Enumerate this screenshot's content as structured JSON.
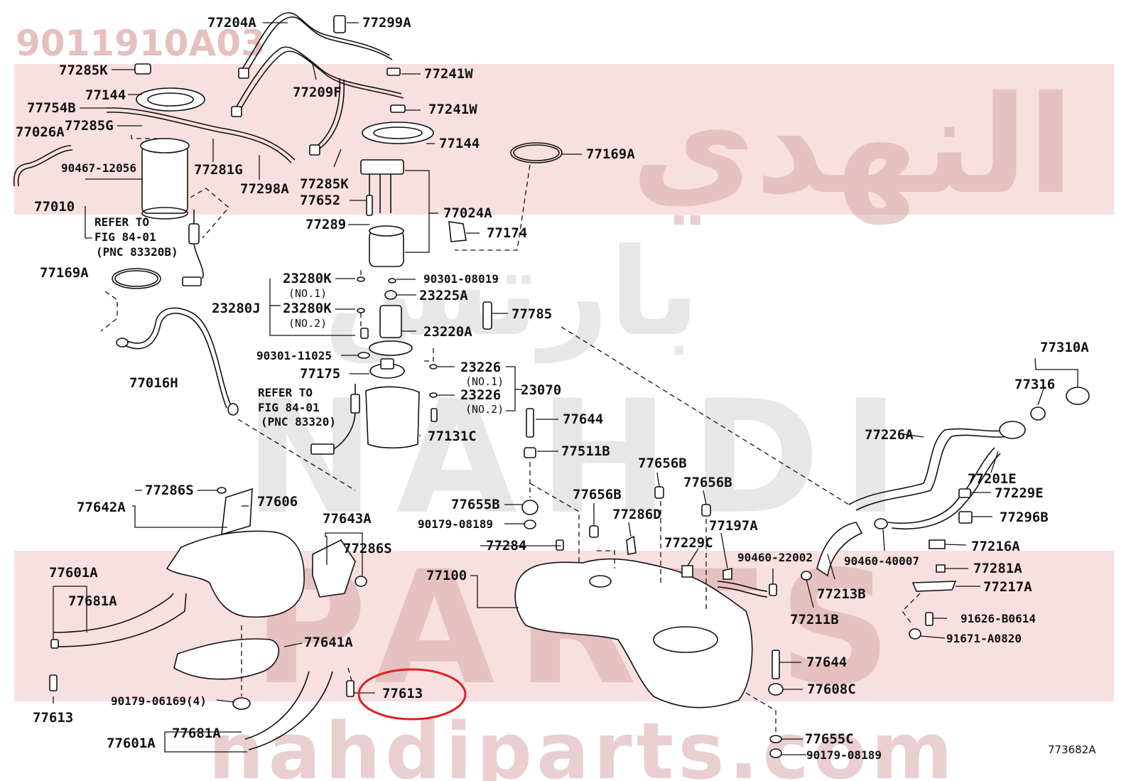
{
  "title": "9011910A03",
  "figure_code": "773682A",
  "highlight_color": "#e02020",
  "watermarks": {
    "arabic_brand": "النهدي",
    "arabic_parts": "بارتس",
    "brand_en": "NAHDI",
    "parts_en": "PARTS",
    "website": "nahdiparts.com",
    "band_color": "#f3c6c6"
  },
  "refs": [
    {
      "line1": "REFER TO",
      "line2": "FIG 84-01",
      "line3": "(PNC 83320B)"
    },
    {
      "line1": "REFER TO",
      "line2": "FIG 84-01",
      "line3": "(PNC 83320)"
    }
  ],
  "labels": [
    "77204A",
    "77299A",
    "77285K",
    "77241W",
    "77144",
    "77209F",
    "77754B",
    "77241W",
    "77285G",
    "77026A",
    "77144",
    "77169A",
    "90467-12056",
    "77281G",
    "77285K",
    "77298A",
    "77652",
    "77010",
    "77024A",
    "77289",
    "77174",
    "77169A",
    "23280K",
    "90301-08019",
    "(NO.1)",
    "23225A",
    "23280J",
    "23280K",
    "77785",
    "(NO.2)",
    "23220A",
    "77310A",
    "90301-11025",
    "23226",
    "77175",
    "(NO.1)",
    "77016H",
    "77316",
    "23070",
    "23226",
    "(NO.2)",
    "77644",
    "77226A",
    "77131C",
    "77511B",
    "77656B",
    "77201E",
    "77656B",
    "77286S",
    "77229E",
    "77656B",
    "77606",
    "77655B",
    "77642A",
    "77286D",
    "77643A",
    "77296B",
    "90179-08189",
    "77197A",
    "77229C",
    "77284",
    "77216A",
    "77286S",
    "90460-22002",
    "90460-40007",
    "77281A",
    "77601A",
    "77100",
    "77217A",
    "77213B",
    "77681A",
    "91626-B0614",
    "77211B",
    "91671-A0820",
    "77641A",
    "77644",
    "77608C",
    "77613",
    "90179-06169(4)",
    "77613",
    "77681A",
    "77655C",
    "77601A",
    "90179-08189"
  ],
  "highlighted_part": "77613"
}
